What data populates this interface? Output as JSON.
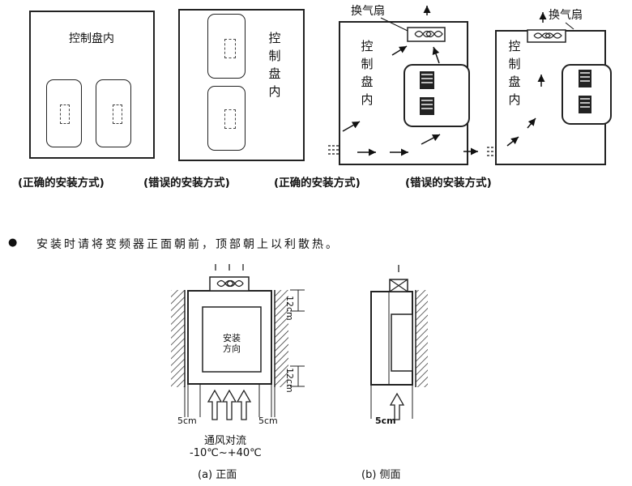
{
  "top_panels": {
    "panel1": {
      "inside_label": "控制盘内",
      "caption": "(正确的安装方式)"
    },
    "panel2": {
      "inside_label": "控制盘内",
      "caption": "(错误的安装方式)"
    },
    "panel3": {
      "fan_label": "换气扇",
      "inside_label": "控制盘内",
      "caption": "(正确的安装方式)"
    },
    "panel4": {
      "fan_label": "换气扇",
      "inside_label": "控制盘内",
      "caption": "(错误的安装方式)"
    }
  },
  "instruction": {
    "bullet": "●",
    "text": "安装时请将变频器正面朝前，顶部朝上以利散热。"
  },
  "front_view": {
    "top_clearance": "12cm",
    "bottom_clearance": "12cm",
    "side_left": "5cm",
    "side_right": "5cm",
    "direction_line1": "安装",
    "direction_line2": "方向",
    "airflow": "通风对流",
    "temperature": "-10℃~+40℃",
    "caption": "(a) 正面"
  },
  "side_view": {
    "bottom_clearance": "5cm",
    "caption": "(b) 侧面"
  }
}
